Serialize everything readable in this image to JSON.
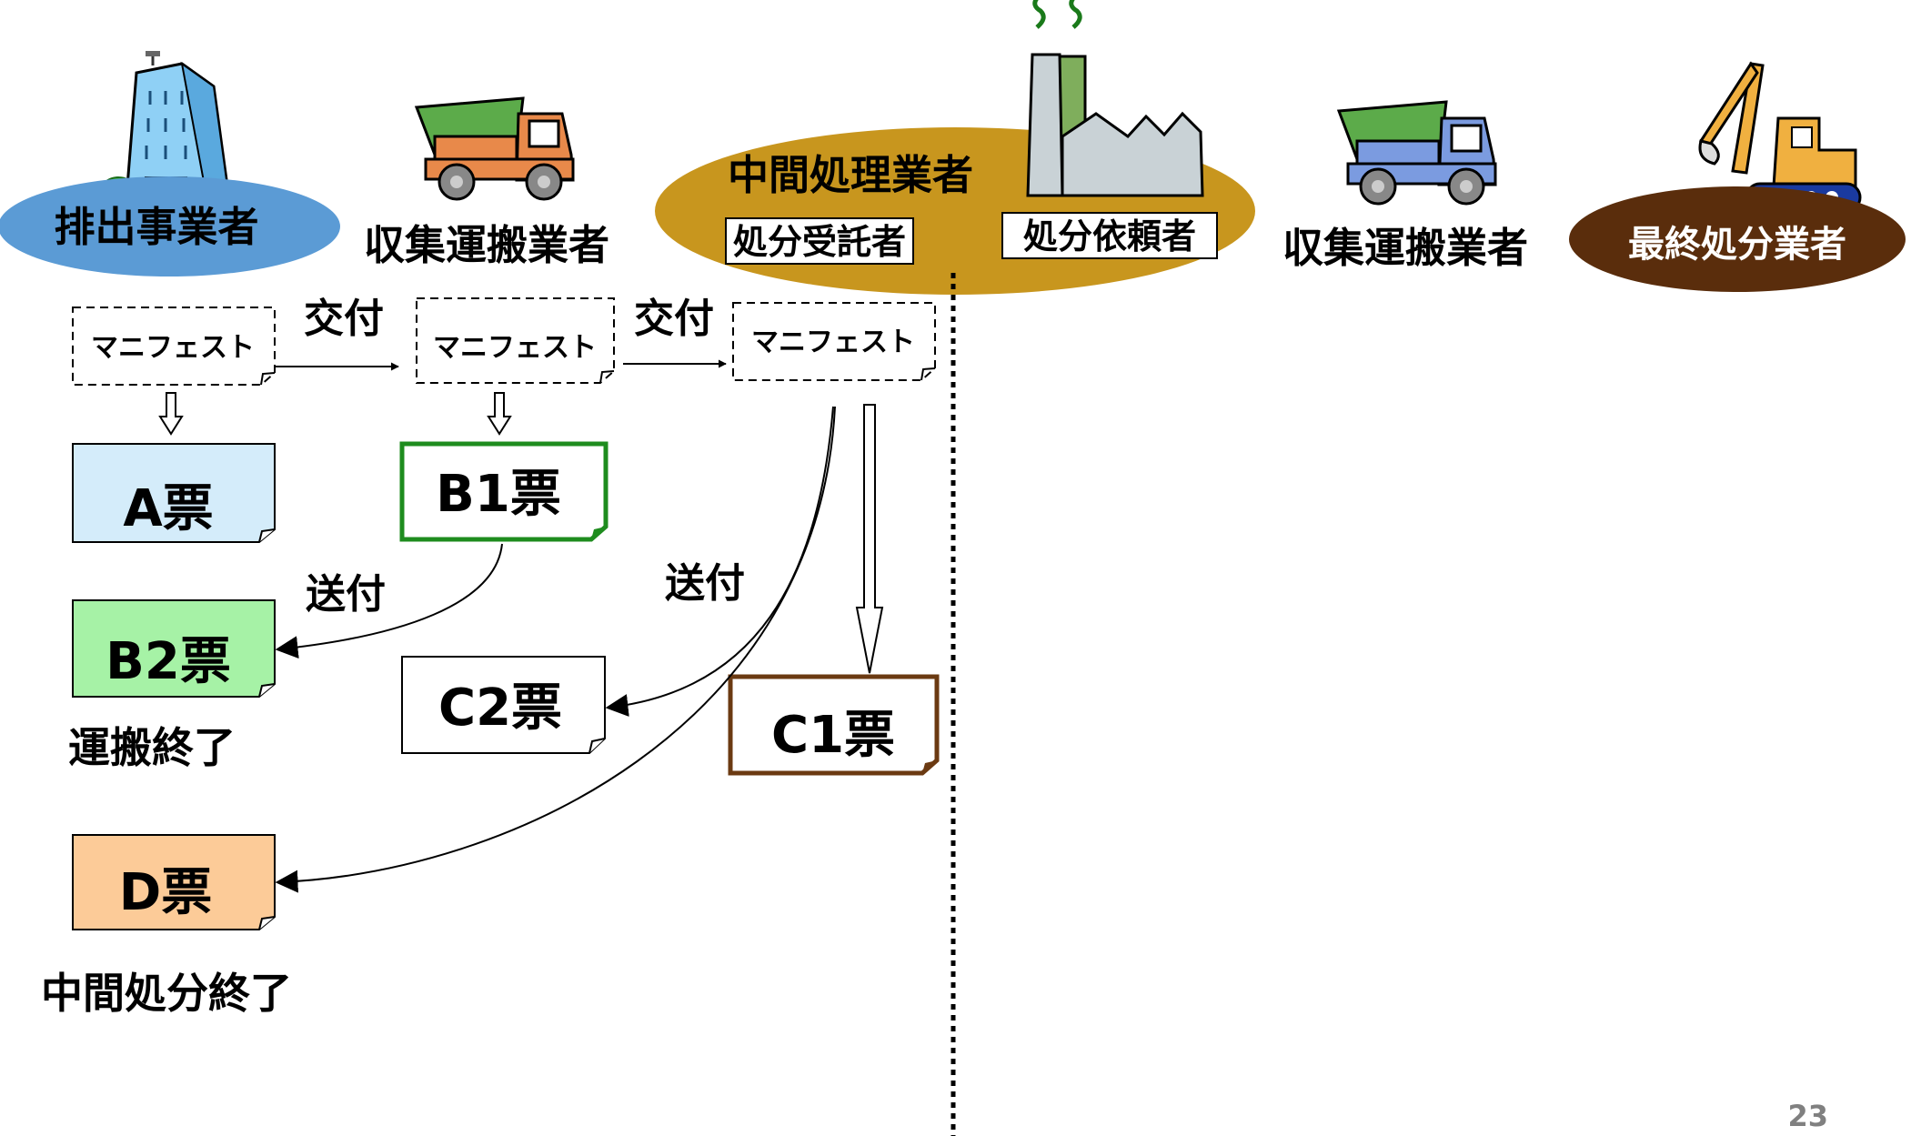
{
  "actors": {
    "generator": "排出事業者",
    "collector1": "収集運搬業者",
    "intermediate": "中間処理業者",
    "consignee": "処分受託者",
    "requester": "処分依頼者",
    "collector2": "収集運搬業者",
    "final": "最終処分業者"
  },
  "manifest": {
    "label": "マニフェスト"
  },
  "actions": {
    "hand1": "交付",
    "hand2": "交付",
    "send1": "送付",
    "send2": "送付"
  },
  "slips": {
    "a": "A票",
    "b1": "B1票",
    "b2": "B2票",
    "c1": "C1票",
    "c2": "C2票",
    "d": "D票"
  },
  "status": {
    "transport_done": "運搬終了",
    "intermediate_done": "中間処分終了"
  },
  "page_number": "23",
  "colors": {
    "generator_fill": "#5b9bd5",
    "intermediate_fill": "#c8961e",
    "final_fill": "#5a2d0c",
    "slip_a": "#d4ecfa",
    "slip_b2": "#a6f2a6",
    "slip_d": "#fccb98",
    "b1_border": "#1e8c1e",
    "c1_border": "#6b3a12"
  }
}
